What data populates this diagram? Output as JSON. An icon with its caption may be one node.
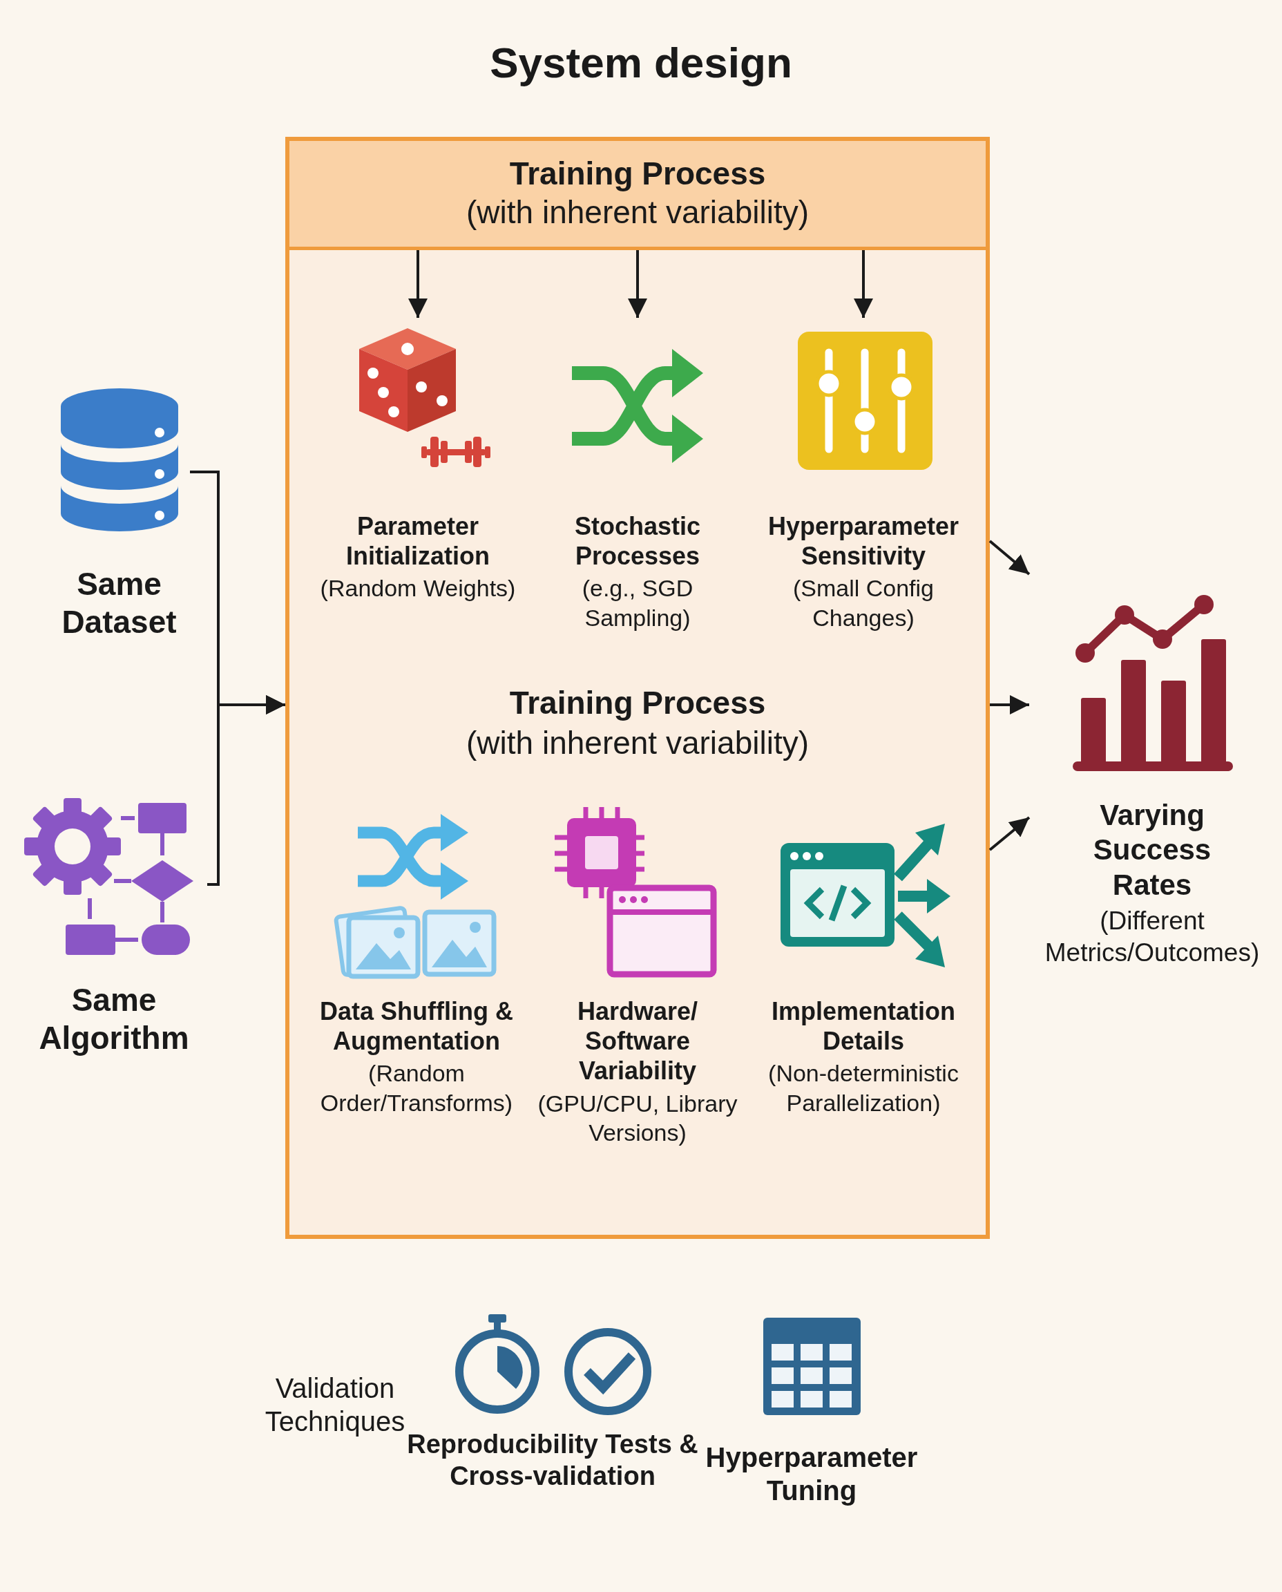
{
  "diagram": {
    "title": "System design",
    "nodes": [
      {
        "text": [],
        "shape": "box"
      },
      {
        "text": [
          "Training Process",
          "(with inherent variability)"
        ],
        "in": 0
      },
      {
        "text": [
          "Parameter Initialization",
          "(Random Weights)"
        ],
        "in": 0
      },
      {
        "text": [
          "Stochastic Processes",
          "(e.g., SGD Sampling)"
        ],
        "in": 0
      },
      {
        "text": [
          "Hyperparameter Sensitivity",
          "(Small Config Changes)"
        ],
        "in": 0
      },
      {
        "text": [
          "Data Shuffling & Augmentation",
          "(Random Order/Transforms)"
        ],
        "in": 0
      },
      {
        "text": [
          "Hardware/ Software Variability",
          "(GPU/CPU, Library Versions)"
        ],
        "in": 0
      },
      {
        "text": [
          "Implementation Details",
          "(Non-deterministic Parallelization)"
        ],
        "in": 0
      },
      {
        "text": [
          "Same Dataset"
        ]
      },
      {
        "text": [
          "Same Algorithm"
        ]
      },
      {
        "text": [
          "Varying Success Rates",
          "(Different Metrics/Outcomes)"
        ]
      },
      {
        "text": [
          "Reproducibility Tests & Cross-validation"
        ]
      },
      {
        "text": [
          "Hyperparameter Tuning"
        ]
      }
    ],
    "edges": [
      {
        "from": 1,
        "to": 2,
        "arrow": "to"
      },
      {
        "from": 1,
        "to": 3,
        "arrow": "to"
      },
      {
        "from": 1,
        "to": 4,
        "arrow": "to"
      },
      {
        "from": 8,
        "to": 0,
        "arrow": "to"
      },
      {
        "from": 9,
        "to": 0,
        "arrow": "to"
      },
      {
        "from": 0,
        "to": 10,
        "arrow": "to"
      },
      {
        "from": 0,
        "to": 10,
        "arrow": "to"
      },
      {
        "from": 0,
        "to": 10,
        "arrow": "to"
      }
    ],
    "labels": [
      "Training Process",
      "(with inherent variability)",
      "Validation Techniques"
    ]
  }
}
